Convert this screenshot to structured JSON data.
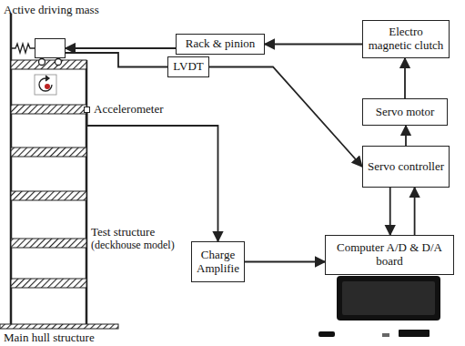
{
  "diagram": {
    "nodes": [
      {
        "text": [
          "Active driving mass"
        ]
      },
      {
        "text": [
          "Rack & pinion"
        ]
      },
      {
        "text": [
          "Electro magnetic clutch"
        ]
      },
      {
        "text": [
          "LVDT"
        ]
      },
      {
        "text": [
          "Servo motor"
        ]
      },
      {
        "text": [
          "Accelerometer"
        ]
      },
      {
        "text": [
          "Servo controller"
        ]
      },
      {
        "text": [
          "Charge Amplifie"
        ]
      },
      {
        "text": [
          "Computer A/D & D/A board"
        ]
      }
    ],
    "edges": [
      {
        "from": 1,
        "to": 0,
        "arrow": "to"
      },
      {
        "from": 2,
        "to": 1,
        "arrow": "to"
      },
      {
        "from": 4,
        "to": 2,
        "arrow": "to"
      },
      {
        "from": 6,
        "to": 4,
        "arrow": "to"
      },
      {
        "from": 3,
        "to": 6,
        "arrow": "to"
      },
      {
        "from": 8,
        "to": 6,
        "arrow": "to"
      },
      {
        "from": 6,
        "to": 8,
        "arrow": "to"
      },
      {
        "from": 5,
        "to": 7,
        "arrow": "to"
      },
      {
        "from": 7,
        "to": 8,
        "arrow": "to"
      },
      {
        "from": 0,
        "to": 3,
        "arrow": "none"
      }
    ],
    "labels": [
      "Test structure",
      "(deckhouse model)",
      "Main hull structure"
    ]
  }
}
